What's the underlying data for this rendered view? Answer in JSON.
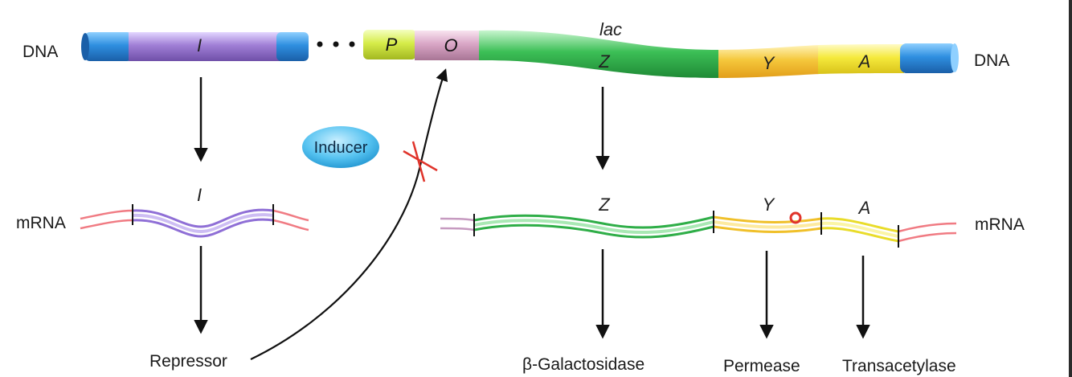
{
  "labels": {
    "dna_left": "DNA",
    "dna_right": "DNA",
    "mrna_left": "mRNA",
    "mrna_right": "mRNA",
    "operon": "lac",
    "inducer": "Inducer"
  },
  "dna_segments": {
    "repressor_gene": "I",
    "promoter": "P",
    "operator": "O",
    "gene_z": "Z",
    "gene_y": "Y",
    "gene_a": "A"
  },
  "mrna_segments": {
    "repressor_mrna": "I",
    "z": "Z",
    "y": "Y",
    "a": "A"
  },
  "products": {
    "repressor": "Repressor",
    "z": "β-Galactosidase",
    "y": "Permease",
    "a": "Transacetylase"
  },
  "colors": {
    "dna_end": "#2f8fe0",
    "repressor_gene": "#a07fd6",
    "promoter": "#d6ec4a",
    "operator": "#d9a6c6",
    "gene_z": "#3cbf56",
    "gene_y": "#f5d43c",
    "gene_a": "#f5ea3c",
    "mrna_flank": "#f07b83",
    "inducer_fill": "#55c2f0",
    "block_mark": "#e0342b"
  }
}
